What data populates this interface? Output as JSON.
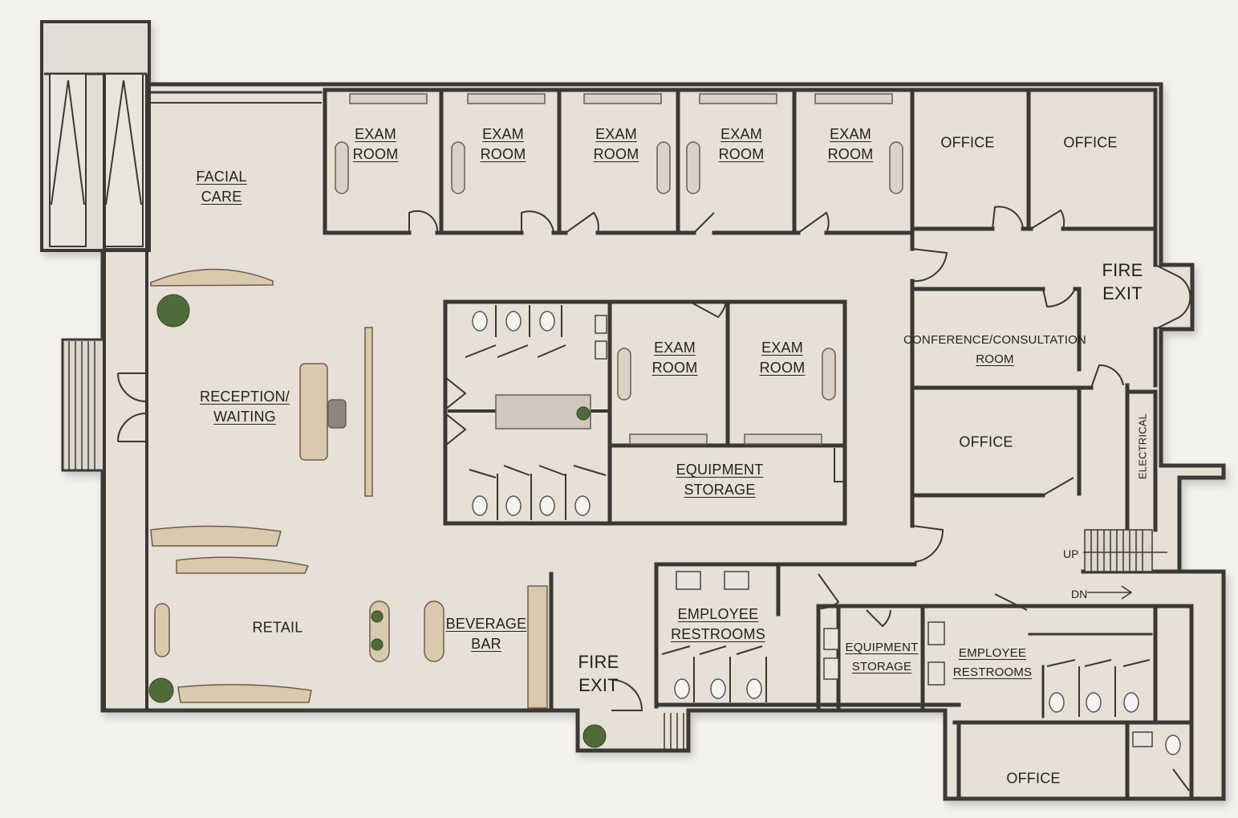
{
  "plan": {
    "colors": {
      "floor": "#e6e0d6",
      "wall": "#3a3834",
      "wood": "#d9c9ad",
      "plant": "#4f6b3a",
      "background": "#f4f2ee"
    },
    "rooms": {
      "facial_care": [
        "FACIAL",
        "CARE"
      ],
      "exam_room_1": [
        "EXAM",
        "ROOM"
      ],
      "exam_room_2": [
        "EXAM",
        "ROOM"
      ],
      "exam_room_3": [
        "EXAM",
        "ROOM"
      ],
      "exam_room_4": [
        "EXAM",
        "ROOM"
      ],
      "exam_room_5": [
        "EXAM",
        "ROOM"
      ],
      "office_1": "OFFICE",
      "office_2": "OFFICE",
      "fire_exit_east": [
        "FIRE",
        "EXIT"
      ],
      "reception": [
        "RECEPTION/",
        "WAITING"
      ],
      "exam_room_6": [
        "EXAM",
        "ROOM"
      ],
      "exam_room_7": [
        "EXAM",
        "ROOM"
      ],
      "conference": [
        "CONFERENCE/CONSULTATION",
        "ROOM"
      ],
      "office_3": "OFFICE",
      "electrical": "ELECTRICAL",
      "equipment_storage_1": [
        "EQUIPMENT",
        "STORAGE"
      ],
      "retail": "RETAIL",
      "beverage_bar": [
        "BEVERAGE",
        "BAR"
      ],
      "fire_exit_south": [
        "FIRE",
        "EXIT"
      ],
      "employee_restrooms_1": [
        "EMPLOYEE",
        "RESTROOMS"
      ],
      "equipment_storage_2": [
        "EQUIPMENT",
        "STORAGE"
      ],
      "employee_restrooms_2": [
        "EMPLOYEE",
        "RESTROOMS"
      ],
      "office_4": "OFFICE"
    },
    "stairs": {
      "up": "UP",
      "down": "DN"
    }
  }
}
